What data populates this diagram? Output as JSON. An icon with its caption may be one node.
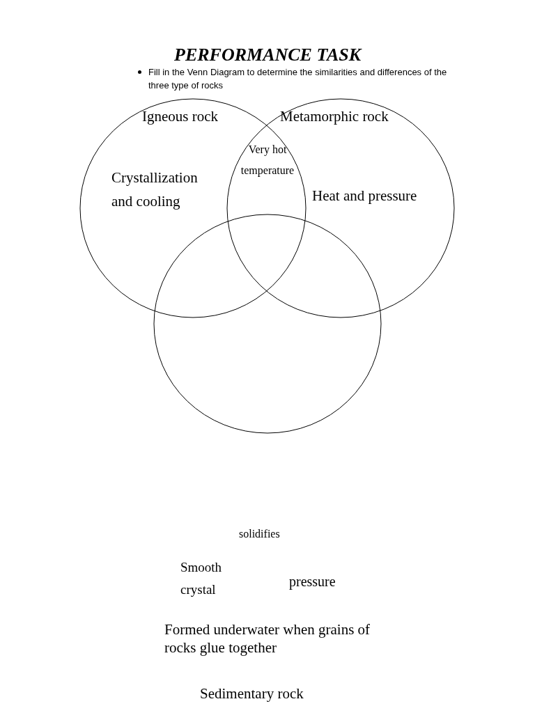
{
  "diagram": {
    "title": "PERFORMANCE TASK",
    "nodes": [
      {
        "text": [
          "Igneous rock",
          "Crystallization and cooling"
        ]
      },
      {
        "text": [
          "Metamorphic rock",
          "Heat and pressure"
        ]
      },
      {
        "text": [],
        "shape": "circle"
      }
    ],
    "labels": [
      "Fill in the Venn Diagram to determine the similarities and differences of the three type of rocks",
      "Very hot temperature",
      "solidifies",
      "Smooth crystal",
      "pressure",
      "Formed underwater when grains of rocks glue together",
      "Sedimentary rock"
    ]
  }
}
